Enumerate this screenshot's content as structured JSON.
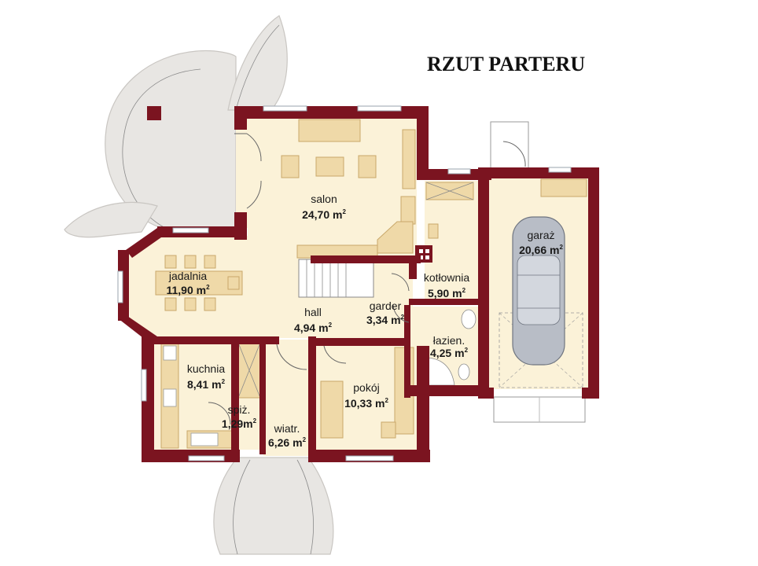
{
  "title": "RZUT PARTERU",
  "rooms": [
    {
      "key": "salon",
      "name": "salon",
      "area": "24,70 m",
      "unit_sup": "2"
    },
    {
      "key": "jadalnia",
      "name": "jadalnia",
      "area": "11,90 m",
      "unit_sup": "2"
    },
    {
      "key": "hall",
      "name": "hall",
      "area": "4,94 m",
      "unit_sup": "2"
    },
    {
      "key": "garder",
      "name": "garder",
      "area": "3,34 m",
      "unit_sup": "2"
    },
    {
      "key": "kotlownia",
      "name": "kotłownia",
      "area": "5,90 m",
      "unit_sup": "2"
    },
    {
      "key": "lazien",
      "name": "łazien.",
      "area": "4,25 m",
      "unit_sup": "2"
    },
    {
      "key": "garaz",
      "name": "garaż",
      "area": "20,66 m",
      "unit_sup": "2"
    },
    {
      "key": "kuchnia",
      "name": "kuchnia",
      "area": "8,41 m",
      "unit_sup": "2"
    },
    {
      "key": "spiz",
      "name": "spiż.",
      "area": "1,29m",
      "unit_sup": "2"
    },
    {
      "key": "wiatr",
      "name": "wiatr.",
      "area": "6,26 m",
      "unit_sup": "2"
    },
    {
      "key": "pokoj",
      "name": "pokój",
      "area": "10,33 m",
      "unit_sup": "2"
    }
  ],
  "colors": {
    "wall": "#7b1420",
    "floor": "#fbf2d8",
    "terrace": "#e8e6e3",
    "furniture": "#efd9a8"
  }
}
